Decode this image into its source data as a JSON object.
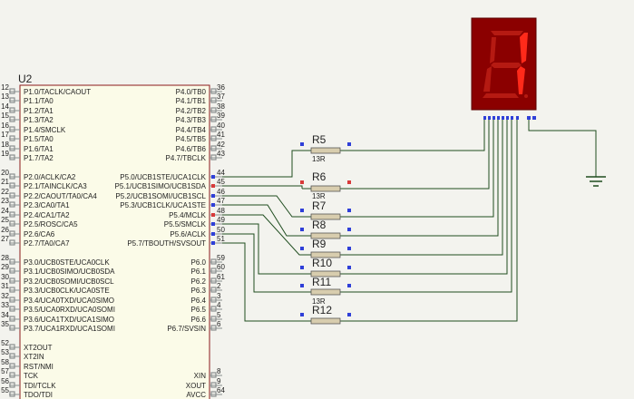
{
  "chip": {
    "ref": "U2",
    "left_pins": [
      {
        "num": "12",
        "name": "P1.0/TACLK/CAOUT"
      },
      {
        "num": "13",
        "name": "P1.1/TA0"
      },
      {
        "num": "14",
        "name": "P1.2/TA1"
      },
      {
        "num": "15",
        "name": "P1.3/TA2"
      },
      {
        "num": "16",
        "name": "P1.4/SMCLK"
      },
      {
        "num": "17",
        "name": "P1.5/TA0"
      },
      {
        "num": "18",
        "name": "P1.6/TA1"
      },
      {
        "num": "19",
        "name": "P1.7/TA2"
      },
      {
        "num": "20",
        "name": "P2.0/ACLK/CA2"
      },
      {
        "num": "21",
        "name": "P2.1/TAINCLK/CA3"
      },
      {
        "num": "22",
        "name": "P2.2/CAOUT/TA0/CA4"
      },
      {
        "num": "23",
        "name": "P2.3/CA0/TA1"
      },
      {
        "num": "24",
        "name": "P2.4/CA1/TA2"
      },
      {
        "num": "25",
        "name": "P2.5/ROSC/CA5"
      },
      {
        "num": "26",
        "name": "P2.6/CA6"
      },
      {
        "num": "27",
        "name": "P2.7/TA0/CA7"
      },
      {
        "num": "28",
        "name": "P3.0/UCB0STE/UCA0CLK"
      },
      {
        "num": "29",
        "name": "P3.1/UCB0SIMO/UCB0SDA"
      },
      {
        "num": "30",
        "name": "P3.2/UCB0SOMI/UCB0SCL"
      },
      {
        "num": "31",
        "name": "P3.3/UCB0CLK/UCA0STE"
      },
      {
        "num": "32",
        "name": "P3.4/UCA0TXD/UCA0SIMO"
      },
      {
        "num": "33",
        "name": "P3.5/UCA0RXD/UCA0SOMI"
      },
      {
        "num": "34",
        "name": "P3.6/UCA1TXD/UCA1SIMO"
      },
      {
        "num": "35",
        "name": "P3.7/UCA1RXD/UCA1SOMI"
      },
      {
        "num": "52",
        "name": "XT2OUT"
      },
      {
        "num": "53",
        "name": "XT2IN"
      },
      {
        "num": "58",
        "name": "RST/NMI"
      },
      {
        "num": "57",
        "name": "TCK"
      },
      {
        "num": "56",
        "name": "TDI/TCLK"
      },
      {
        "num": "55",
        "name": "TDO/TDI"
      }
    ],
    "right_pins": [
      {
        "num": "36",
        "name": "P4.0/TB0"
      },
      {
        "num": "37",
        "name": "P4.1/TB1"
      },
      {
        "num": "38",
        "name": "P4.2/TB2"
      },
      {
        "num": "39",
        "name": "P4.3/TB3"
      },
      {
        "num": "40",
        "name": "P4.4/TB4"
      },
      {
        "num": "41",
        "name": "P4.5/TB5"
      },
      {
        "num": "42",
        "name": "P4.6/TB6"
      },
      {
        "num": "43",
        "name": "P4.7/TBCLK"
      },
      {
        "num": "44",
        "name": "P5.0/UCB1STE/UCA1CLK"
      },
      {
        "num": "45",
        "name": "P5.1/UCB1SIMO/UCB1SDA"
      },
      {
        "num": "46",
        "name": "P5.2/UCB1SOMI/UCB1SCL"
      },
      {
        "num": "47",
        "name": "P5.3/UCB1CLK/UCA1STE"
      },
      {
        "num": "48",
        "name": "P5.4/MCLK"
      },
      {
        "num": "49",
        "name": "P5.5/SMCLK"
      },
      {
        "num": "50",
        "name": "P5.6/ACLK"
      },
      {
        "num": "51",
        "name": "P5.7/TBOUTH/SVSOUT"
      },
      {
        "num": "59",
        "name": "P6.0"
      },
      {
        "num": "60",
        "name": "P6.1"
      },
      {
        "num": "61",
        "name": "P6.2"
      },
      {
        "num": "2",
        "name": "P6.3"
      },
      {
        "num": "3",
        "name": "P6.4"
      },
      {
        "num": "4",
        "name": "P6.5"
      },
      {
        "num": "5",
        "name": "P6.6"
      },
      {
        "num": "6",
        "name": "P6.7/SVSIN"
      },
      {
        "num": "8",
        "name": "XIN"
      },
      {
        "num": "9",
        "name": "XOUT"
      },
      {
        "num": "64",
        "name": "AVCC"
      }
    ]
  },
  "resistors": [
    {
      "ref": "R5",
      "value": "13R"
    },
    {
      "ref": "R6",
      "value": "13R"
    },
    {
      "ref": "R7",
      "value": ""
    },
    {
      "ref": "R8",
      "value": ""
    },
    {
      "ref": "R9",
      "value": ""
    },
    {
      "ref": "R10",
      "value": ""
    },
    {
      "ref": "R11",
      "value": "13R"
    },
    {
      "ref": "R12",
      "value": ""
    }
  ],
  "display": {
    "digit": "1"
  },
  "colors": {
    "background": "#f3f3ee",
    "chip_fill": "#fbfbe8",
    "outline": "#8b1a1a",
    "wire": "#1f4d1f",
    "pin_marker": "#2f3fd8",
    "pin_marker_active": "#d83a3a",
    "resistor_body": "#d8cdae",
    "display_body": "#8b0000",
    "segment_on": "#ff2a1a",
    "segment_off": "#b51a12",
    "pin_box": "#8a8f8f"
  }
}
